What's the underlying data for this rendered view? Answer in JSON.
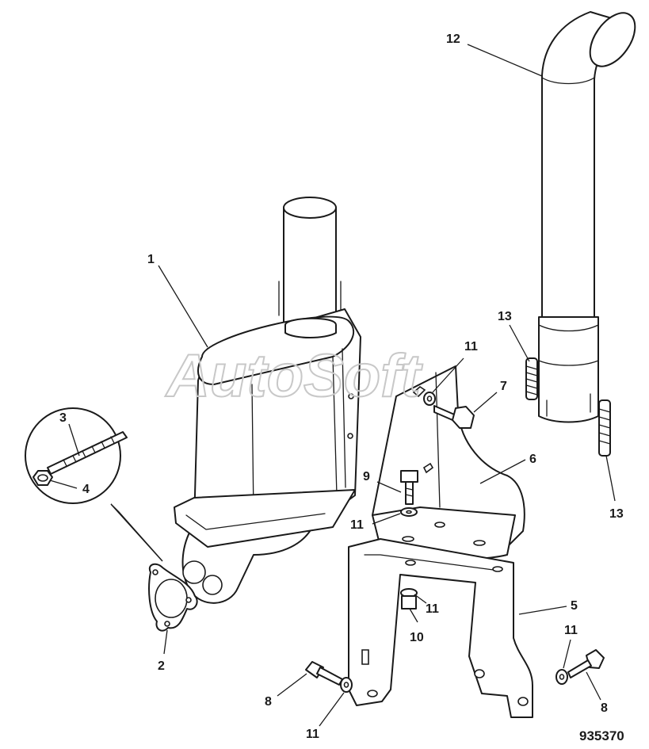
{
  "watermark": "AutoSoft",
  "document_number": "935370",
  "callouts": {
    "c1": "1",
    "c2": "2",
    "c3": "3",
    "c4": "4",
    "c5": "5",
    "c6": "6",
    "c7": "7",
    "c8a": "8",
    "c8b": "8",
    "c9": "9",
    "c10": "10",
    "c11a": "11",
    "c11b": "11",
    "c11c": "11",
    "c11d": "11",
    "c11e": "11",
    "c12": "12",
    "c13a": "13",
    "c13b": "13"
  }
}
